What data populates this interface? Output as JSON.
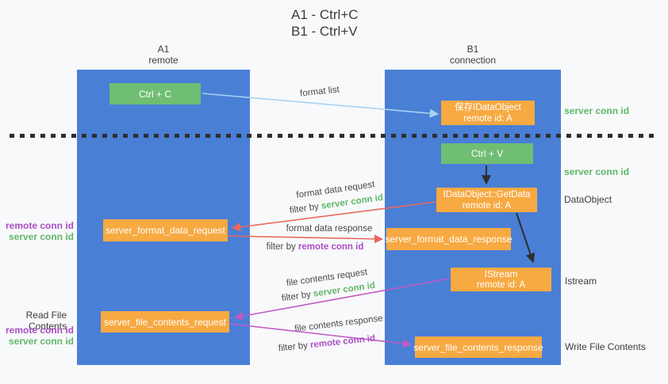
{
  "title": {
    "line1": "A1 - Ctrl+C",
    "line2": "B1 - Ctrl+V"
  },
  "lifelines": {
    "left": {
      "name": "A1",
      "role": "remote"
    },
    "right": {
      "name": "B1",
      "role": "connection"
    }
  },
  "nodes": {
    "ctrl_c": {
      "label": "Ctrl + C"
    },
    "save_dataobject": {
      "line1": "保存IDataObject",
      "line2": "remote id: A"
    },
    "ctrl_v": {
      "label": "Ctrl + V"
    },
    "getdata": {
      "line1": "IDataObject::GetData",
      "line2": "remote id: A"
    },
    "format_request": {
      "label": "server_format_data_request"
    },
    "format_response": {
      "label": "server_format_data_response"
    },
    "istream": {
      "line1": "IStream",
      "line2": "remote id: A"
    },
    "file_request": {
      "label": "server_file_contents_request"
    },
    "file_response": {
      "label": "server_file_contents_response"
    }
  },
  "flows": {
    "format_list": {
      "label": "format list"
    },
    "format_data_request": {
      "label": "format data request",
      "filter_prefix": "filter by ",
      "filter_id": "server conn id"
    },
    "format_data_response": {
      "label": "format data response",
      "filter_prefix": "filter by ",
      "filter_id": "remote conn id"
    },
    "file_contents_request": {
      "label": "file contents request",
      "filter_prefix": "filter by ",
      "filter_id": "server conn id"
    },
    "file_contents_response": {
      "label": "file contents response",
      "filter_prefix": "filter by ",
      "filter_id": "remote conn id"
    }
  },
  "annotations": {
    "server_conn_id_right_top": "server conn id",
    "server_conn_id_right_mid": "server conn id",
    "dataobject_right": "DataObject",
    "istream_right": "Istream",
    "write_file_contents_right": "Write File Contents",
    "remote_conn_id_left_1": "remote conn id",
    "server_conn_id_left_1": "server conn id",
    "read_file_contents_left": "Read File Contents",
    "remote_conn_id_left_2": "remote conn id",
    "server_conn_id_left_2": "server conn id"
  },
  "colors": {
    "lifeline_blue": "#4a7fd6",
    "action_green": "#6fbe73",
    "object_orange": "#f7a942",
    "arrow_light_blue": "#a8d3f2",
    "arrow_red": "#e8695e",
    "arrow_magenta": "#bf5bc4",
    "arrow_black": "#2f2f2f",
    "text_green": "#5fb768",
    "text_purple": "#ab4ec4",
    "text_dark": "#3f3f3f"
  }
}
